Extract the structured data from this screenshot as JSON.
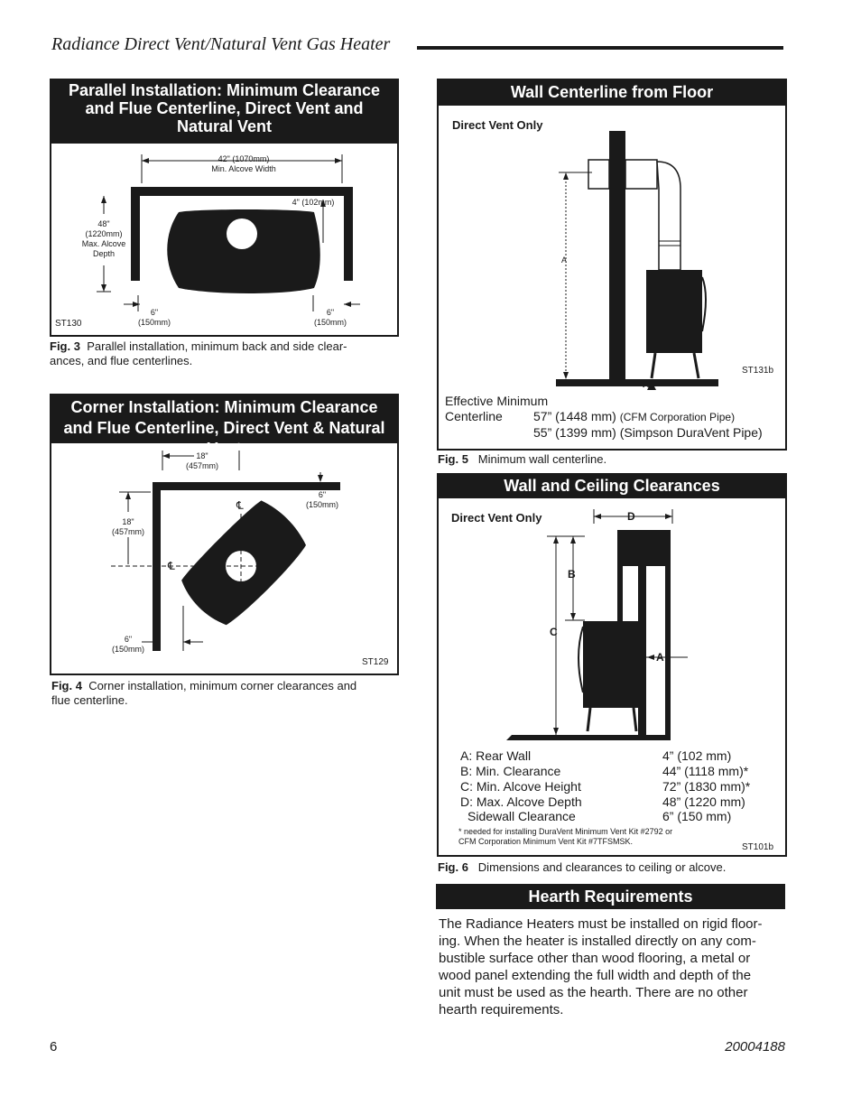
{
  "header": {
    "title": "Radiance Direct Vent/Natural Vent Gas Heater"
  },
  "fig3": {
    "heading": "Parallel Installation: Minimum Clearance and Flue Centerline, Direct Vent and Natural Vent",
    "width_label_1": "42\" (1070mm)",
    "width_label_2": "Min. Alcove Width",
    "back_label": "4\" (102mm)",
    "depth_label_1": "48\"",
    "depth_label_2": "(1220mm)",
    "depth_label_3": "Max. Alcove",
    "depth_label_4": "Depth",
    "left_side_1": "6\"",
    "left_side_2": "(150mm)",
    "right_side_1": "6\"",
    "right_side_2": "(150mm)",
    "code": "ST130",
    "caption_num": "Fig. 3",
    "caption_line1": "Parallel installation, minimum back and side clear-",
    "caption_line2": "ances, and flue centerlines."
  },
  "fig4": {
    "heading": "Corner Installation: Minimum Clearance and Flue Centerline, Direct Vent & Natural Vent",
    "top_1": "18\"",
    "top_2": "(457mm)",
    "left_1": "18\"",
    "left_2": "(457mm)",
    "corner_1": "6\"",
    "corner_2": "(150mm)",
    "bottom_1": "6\"",
    "bottom_2": "(150mm)",
    "centerline_symbol": "℄",
    "code": "ST129",
    "caption_num": "Fig. 4",
    "caption_line1": "Corner installation, minimum corner clearances and",
    "caption_line2": "flue centerline."
  },
  "fig5": {
    "heading": "Wall Centerline from Floor",
    "subhead": "Direct Vent Only",
    "dim_label": "A",
    "marker_label": "A",
    "code": "ST131b",
    "eff_label_1": "Effective Minimum",
    "eff_label_2": "Centerline",
    "value_1": "57” (1448 mm)",
    "value_1_note": "(CFM Corporation Pipe)",
    "value_2": "55” (1399 mm) (Simpson DuraVent Pipe)",
    "caption_num": "Fig. 5",
    "caption_text": "Minimum wall centerline."
  },
  "fig6": {
    "heading": "Wall and Ceiling Clearances",
    "subhead": "Direct Vent Only",
    "label_d": "D",
    "label_b": "B",
    "label_c": "C",
    "label_a": "A",
    "legend": [
      {
        "name": "A: Rear Wall",
        "value": "4” (102 mm)"
      },
      {
        "name": "B: Min. Clearance",
        "value": "44” (1118 mm)*"
      },
      {
        "name": "C: Min. Alcove Height",
        "value": "72” (1830 mm)*"
      },
      {
        "name": "D: Max. Alcove Depth",
        "value": "48” (1220 mm)"
      },
      {
        "name": "Sidewall Clearance",
        "value": "6” (150 mm)"
      }
    ],
    "footnote_1": "*  needed for installing DuraVent Minimum Vent Kit #2792 or",
    "footnote_2": "CFM Corporation Minimum Vent Kit #7TFSMSK.",
    "code": "ST101b",
    "caption_num": "Fig. 6",
    "caption_text": "Dimensions and clearances to ceiling or alcove."
  },
  "hearth": {
    "heading": "Hearth Requirements",
    "lines": [
      "The Radiance Heaters must be installed on rigid floor-",
      "ing. When the heater is installed directly on any com-",
      "bustible surface other than wood flooring, a metal or",
      "wood panel extending the full width and depth of the",
      "unit must be used as the hearth. There are no other",
      "hearth requirements."
    ]
  },
  "footer": {
    "page": "6",
    "doc_number": "20004188"
  }
}
